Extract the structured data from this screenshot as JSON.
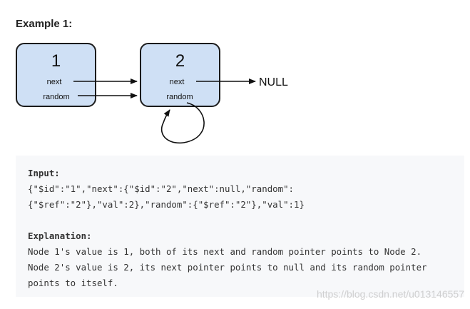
{
  "heading": "Example 1:",
  "diagram": {
    "node1": {
      "value": "1",
      "next_label": "next",
      "random_label": "random"
    },
    "node2": {
      "value": "2",
      "next_label": "next",
      "random_label": "random"
    },
    "null_label": "NULL"
  },
  "code": {
    "input_label": "Input:",
    "input_lines": [
      "{\"$id\":\"1\",\"next\":{\"$id\":\"2\",\"next\":null,\"random\":",
      "{\"$ref\":\"2\"},\"val\":2},\"random\":{\"$ref\":\"2\"},\"val\":1}"
    ],
    "explanation_label": "Explanation:",
    "explanation_lines": [
      "Node 1's value is 1, both of its next and random pointer points to Node 2.",
      "Node 2's value is 2, its next pointer points to null and its random pointer",
      "points to itself."
    ]
  },
  "watermark": "https://blog.csdn.net/u013146557"
}
